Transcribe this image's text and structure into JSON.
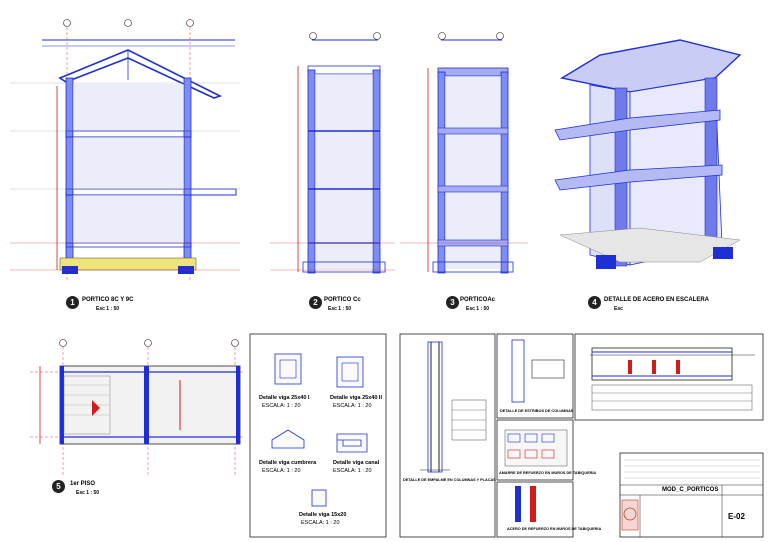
{
  "views": {
    "v1": {
      "num": "1",
      "title": "PORTICO 8C Y 9C",
      "scale": "Esc 1 : 50"
    },
    "v2": {
      "num": "2",
      "title": "PORTICO Cc",
      "scale": "Esc 1 : 50"
    },
    "v3": {
      "num": "3",
      "title": "PORTICOAc",
      "scale": "Esc 1 : 50"
    },
    "v4": {
      "num": "4",
      "title": "DETALLE DE ACERO EN ESCALERA",
      "scale": "Esc"
    },
    "v5": {
      "num": "5",
      "title": "1er PISO",
      "scale": "Esc 1 : 50"
    }
  },
  "beam_details": {
    "d1": {
      "title": "Detalle viga 25x40 I",
      "scale": "ESCALA:  1 : 20"
    },
    "d2": {
      "title": "Detalle viga 25x40 II",
      "scale": "ESCALA:  1 : 20"
    },
    "d3": {
      "title": "Detalle viga cumbrera",
      "scale": "ESCALA:  1 : 20"
    },
    "d4": {
      "title": "Detalle viga canal",
      "scale": "ESCALA:  1 : 20"
    },
    "d5": {
      "title": "Detalle viga 15x20",
      "scale": "ESCALA:  1 : 20"
    }
  },
  "captions": {
    "columns_detail": "DETALLE DE EMPALME EN COLUMNAS Y PLACAS",
    "stirrups_detail": "DETALLE DE ESTRIBOS DE COLUMNAS",
    "masonry_detail": "AMARRE DE REFUERZO EN MUROS DE TABIQUERIA",
    "rebar_detail": "ACERO DE REFUERZO EN MUROS DE TABIQUERIA"
  },
  "title_block": {
    "sheet_name": "MOD_C_PORTICOS",
    "sheet_number": "E-02"
  },
  "colors": {
    "steel": "#1f2fd6",
    "axis": "#d21b1b",
    "line": "#222222",
    "fill": "#efe47a",
    "seal": "#c0392b"
  }
}
